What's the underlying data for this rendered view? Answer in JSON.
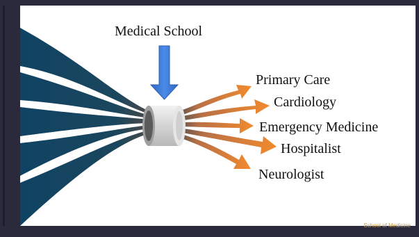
{
  "diagram": {
    "top_label": "Medical School",
    "outputs": [
      "Primary Care",
      "Cardiology",
      "Emergency Medicine",
      "Hospitalist",
      "Neurologist"
    ]
  },
  "footer": {
    "text": "School of Medicine"
  },
  "colors": {
    "funnel_dark": "#0f4363",
    "funnel_mid": "#3f5056",
    "arrow_orange": "#e87a2a",
    "down_arrow": "#3a78d6",
    "cylinder": "#d8d8d8",
    "frame": "#2b2a3d",
    "footer_text": "#c9a04a"
  }
}
